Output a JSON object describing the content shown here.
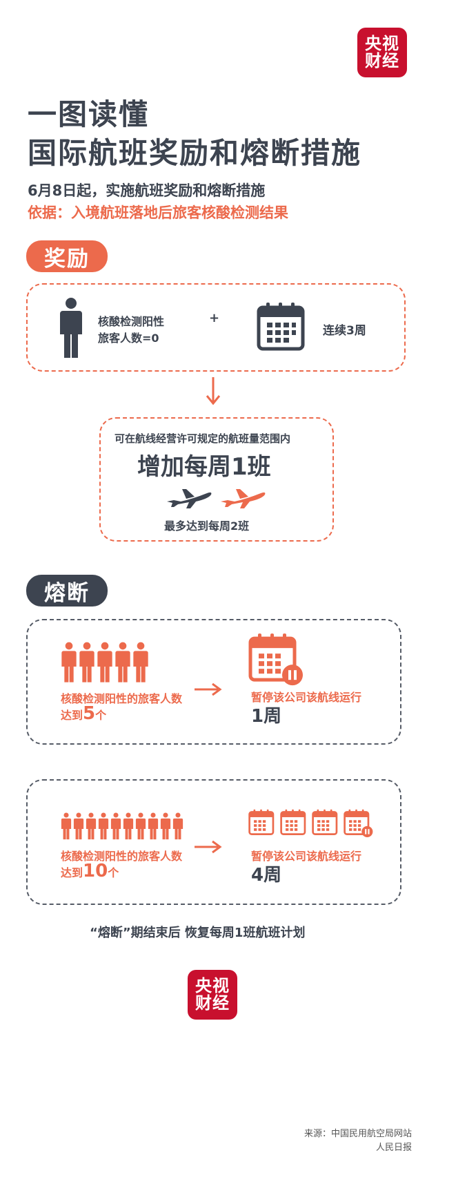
{
  "logo": {
    "line1": "央视",
    "line2": "财经"
  },
  "title": {
    "line1": "一图读懂",
    "line2": "国际航班奖励和熔断措施"
  },
  "subtitle": "6月8日起，实施航班奖励和熔断措施",
  "basis": "依据：入境航班落地后旅客核酸检测结果",
  "reward": {
    "label": "奖励",
    "condition_line1": "核酸检测阳性",
    "condition_line2": "旅客人数=0",
    "plus": "+",
    "weeks": "连续3周",
    "result_top": "可在航线经营许可规定的航班量范围内",
    "result_main": "增加每周1班",
    "result_bottom": "最多达到每周2班"
  },
  "fuse": {
    "label": "熔断",
    "case1": {
      "cond_line1": "核酸检测阳性的旅客人数",
      "cond_prefix": "达到",
      "cond_num": "5",
      "cond_unit": "个",
      "action": "暂停该公司该航线运行",
      "duration": "1周",
      "people_count": 5,
      "calendar_count": 1
    },
    "case2": {
      "cond_line1": "核酸检测阳性的旅客人数",
      "cond_prefix": "达到",
      "cond_num": "10",
      "cond_unit": "个",
      "action": "暂停该公司该航线运行",
      "duration": "4周",
      "people_count": 10,
      "calendar_count": 4
    }
  },
  "footer_note": "“熔断”期结束后 恢复每周1班航班计划",
  "source_line1": "来源：中国民用航空局网站",
  "source_line2": "人民日报",
  "colors": {
    "orange": "#ec6a4c",
    "dark": "#3d4450",
    "red_logo": "#c8102e"
  }
}
